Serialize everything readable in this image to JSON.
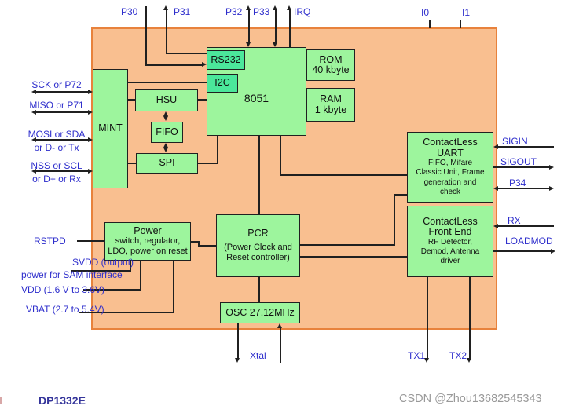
{
  "colors": {
    "green": "#9df59d",
    "green2": "#4be79b",
    "orange": "#f9bf90",
    "orangeBorder": "#e8823c",
    "blue": "#2e2ecc",
    "wire": "#202020",
    "chip": "#35359b",
    "gray": "#9a9a9a"
  },
  "pins": {
    "top": [
      "P30",
      "P31",
      "P32",
      "P33",
      "IRQ",
      "I0",
      "I1"
    ],
    "left": [
      "SCK or P72",
      "MISO or P71",
      "MOSI or SDA",
      "or D- or Tx",
      "NSS or SCL",
      "or D+ or Rx"
    ],
    "power": [
      "RSTPD",
      "SVDD (output)",
      "power for SAM interface",
      "VDD (1.6 V to 3.6V)",
      "VBAT (2.7 to 5.4V)"
    ],
    "right": [
      "SIGIN",
      "SIGOUT",
      "P34",
      "RX",
      "LOADMOD"
    ],
    "bottom": [
      "Xtal",
      "TX1",
      "TX2"
    ]
  },
  "blocks": {
    "mint": {
      "label": "MINT"
    },
    "hsu": {
      "label": "HSU"
    },
    "fifo": {
      "label": "FIFO"
    },
    "spi": {
      "label": "SPI"
    },
    "rs232": {
      "label": "RS232"
    },
    "i2c": {
      "label": "I2C"
    },
    "mcu": {
      "label": "8051"
    },
    "rom": {
      "line1": "ROM",
      "line2": "40 kbyte"
    },
    "ram": {
      "line1": "RAM",
      "line2": "1 kbyte"
    },
    "cl_uart": {
      "title1": "ContactLess",
      "title2": "UART",
      "desc1": "FIFO, Mifare",
      "desc2": "Classic Unit, Frame",
      "desc3": "generation and",
      "desc4": "check"
    },
    "cl_fe": {
      "title1": "ContactLess",
      "title2": "Front End",
      "desc1": "RF Detector,",
      "desc2": "Demod, Antenna",
      "desc3": "driver"
    },
    "power": {
      "title": "Power",
      "desc1": "switch, regulator,",
      "desc2": "LDO, power on reset"
    },
    "pcr": {
      "title": "PCR",
      "desc1": "(Power Clock and",
      "desc2": "Reset controller)"
    },
    "osc": {
      "label": "OSC 27.12MHz"
    }
  },
  "footer": {
    "chip": "DP1332E",
    "watermark": "CSDN @Zhou13682545343"
  }
}
